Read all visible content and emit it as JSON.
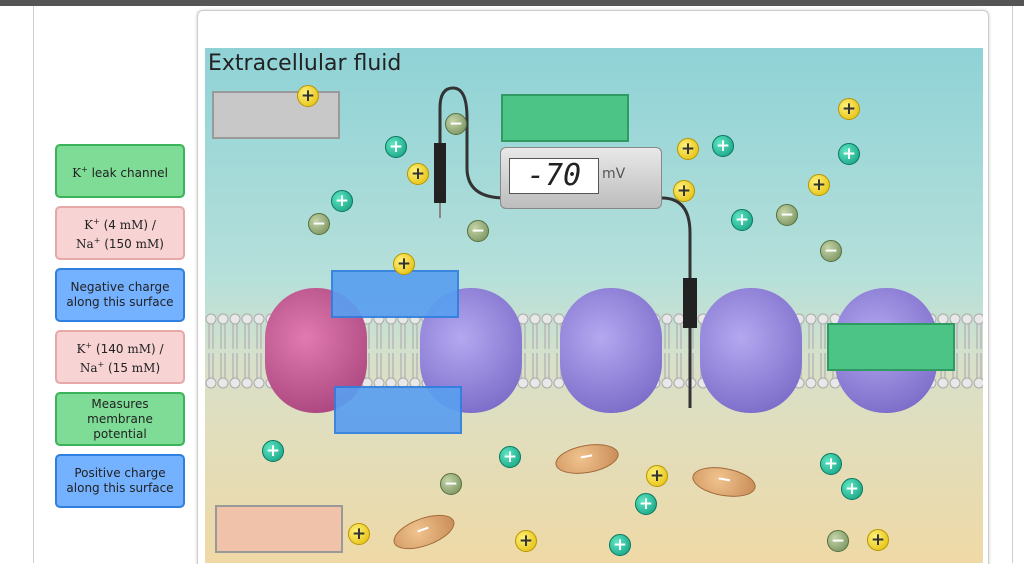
{
  "labels": {
    "k_leak_channel": {
      "pre": "K",
      "sup": "+",
      "text": " leak channel"
    },
    "k4_na150": {
      "k": "K",
      "ksup": "+",
      "kval": " (4 ",
      "kunit": "mM",
      "kend": ") /",
      "na": "Na",
      "nasup": "+",
      "naval": " (150 ",
      "naunit": "mM",
      "naend": ")"
    },
    "negative_charge": "Negative charge along this surface",
    "k140_na15": {
      "k": "K",
      "ksup": "+",
      "kval": " (140 ",
      "kunit": "mM",
      "kend": ") /",
      "na": "Na",
      "nasup": "+",
      "naval": " (15 ",
      "naunit": "mM",
      "naend": ")"
    },
    "measures_potential": "Measures membrane potential",
    "positive_charge": "Positive charge along this surface"
  },
  "scene": {
    "title": "Extracellular fluid",
    "voltmeter": {
      "reading": "-70",
      "unit": "mV"
    },
    "ion_symbols": {
      "plus": "+",
      "minus": "−"
    }
  },
  "colors": {
    "green_label": "#7edc96",
    "pink_label": "#f7d3d3",
    "blue_label": "#74b1ff",
    "k_leak_channel_color": "#c0508a",
    "protein_channel_color": "#8a7bd0"
  }
}
